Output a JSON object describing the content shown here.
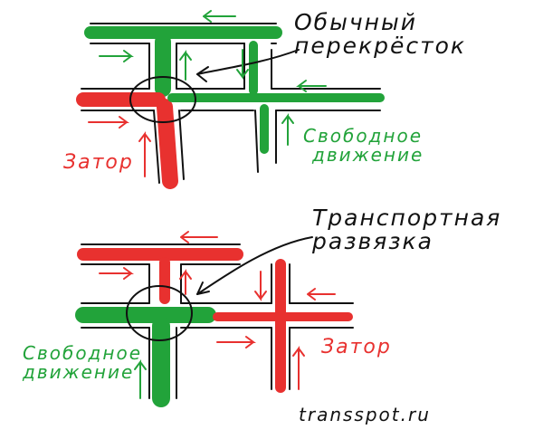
{
  "top": {
    "title_line1": "Обычный",
    "title_line2": "перекрёсток",
    "jam_label": "Затор",
    "free_line1": "Свободное",
    "free_line2": "движение"
  },
  "bottom": {
    "title_line1": "Транспортная",
    "title_line2": "развязка",
    "free_line1": "Свободное",
    "free_line2": "движение",
    "jam_label": "Затор"
  },
  "watermark": "transspot.ru",
  "colors": {
    "jam": "#e8312f",
    "free": "#22a33a",
    "ink": "#111111"
  }
}
